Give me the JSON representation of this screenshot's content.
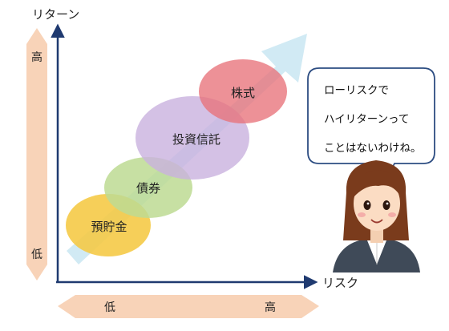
{
  "axes": {
    "y_label": "リターン",
    "x_label": "リスク"
  },
  "vertical_scale": {
    "top": "高",
    "bottom": "低"
  },
  "horizontal_scale": {
    "left": "低",
    "right": "高"
  },
  "categories": {
    "stocks": "株式",
    "trusts": "投資信託",
    "bonds": "債券",
    "deposits": "預貯金"
  },
  "speech": {
    "line1": "ローリスクで",
    "line2": "ハイリターンって",
    "line3": "ことはないわけね。"
  },
  "colors": {
    "stocks": "#e8727a",
    "trusts": "#c9b2de",
    "bonds": "#bddb93",
    "deposits": "#f5c842",
    "band_arrow": "#f8d3b8",
    "axis": "#1f3a70",
    "growth_arrow": "#cfe9f3"
  },
  "icons": {
    "character": "businesswoman-icon"
  }
}
